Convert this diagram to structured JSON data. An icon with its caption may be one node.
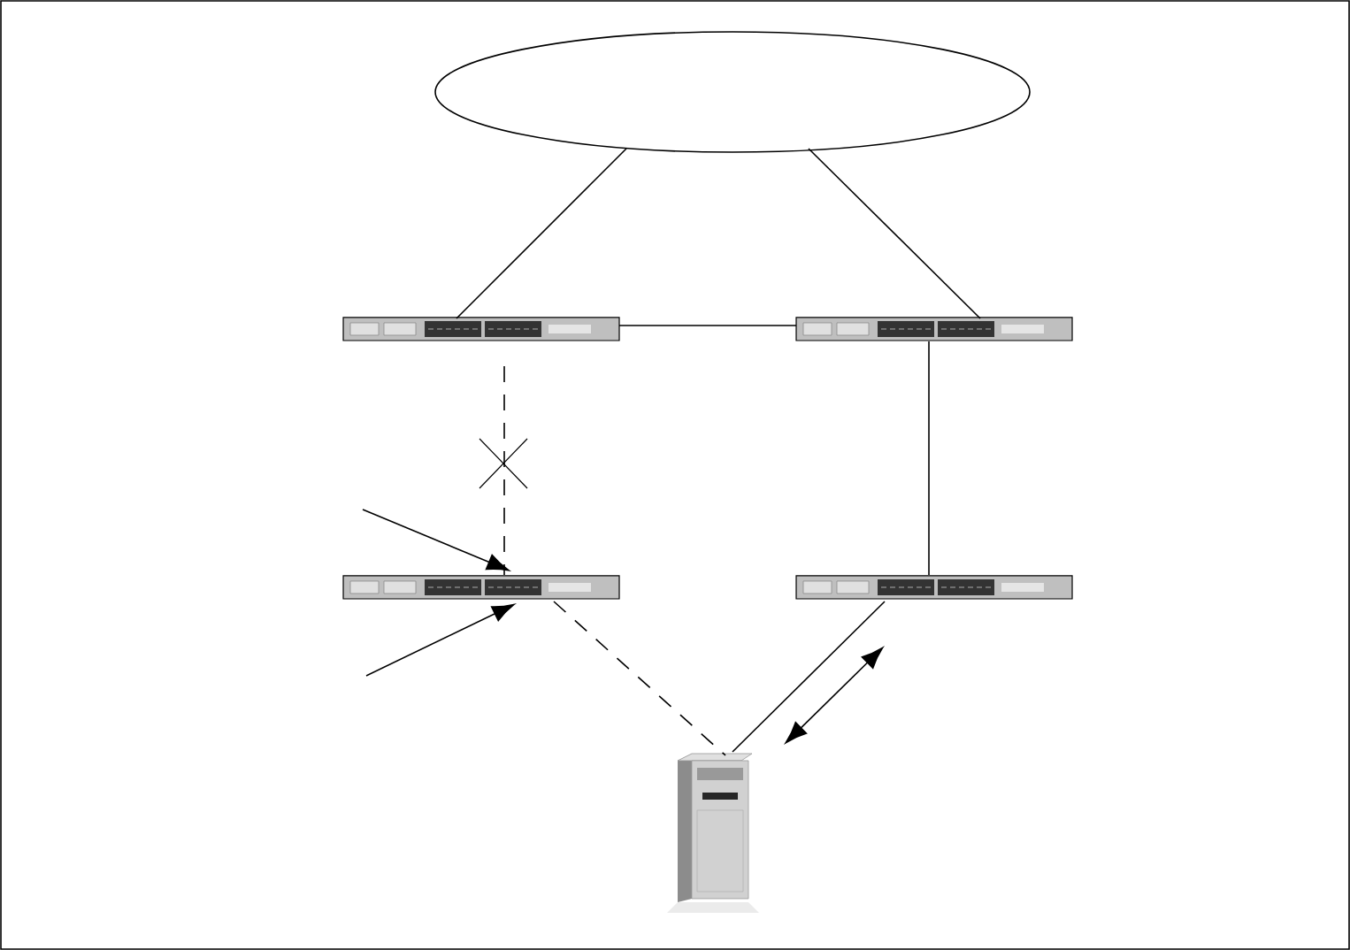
{
  "diagram": {
    "nodes": [
      {
        "text": [],
        "shape": "ellipse"
      },
      {
        "text": [],
        "shape": "picture"
      },
      {
        "text": [],
        "shape": "picture"
      },
      {
        "text": [],
        "shape": "picture"
      },
      {
        "text": [],
        "shape": "picture"
      },
      {
        "text": [],
        "shape": "picture"
      }
    ],
    "edges": [
      {
        "from": 0,
        "to": 1,
        "arrow": "none"
      },
      {
        "from": 0,
        "to": 2,
        "arrow": "none"
      },
      {
        "from": 1,
        "to": 2,
        "arrow": "none"
      },
      {
        "from": 1,
        "to": 3,
        "arrow": "none",
        "style": "dashed"
      },
      {
        "from": 2,
        "to": 4,
        "arrow": "none"
      },
      {
        "from": 3,
        "to": 5,
        "arrow": "none",
        "style": "dashed"
      },
      {
        "from": 4,
        "to": 5,
        "arrow": "none"
      },
      {
        "from": null,
        "to": 3,
        "arrow": "to"
      },
      {
        "from": null,
        "to": 3,
        "arrow": "to"
      }
    ]
  }
}
